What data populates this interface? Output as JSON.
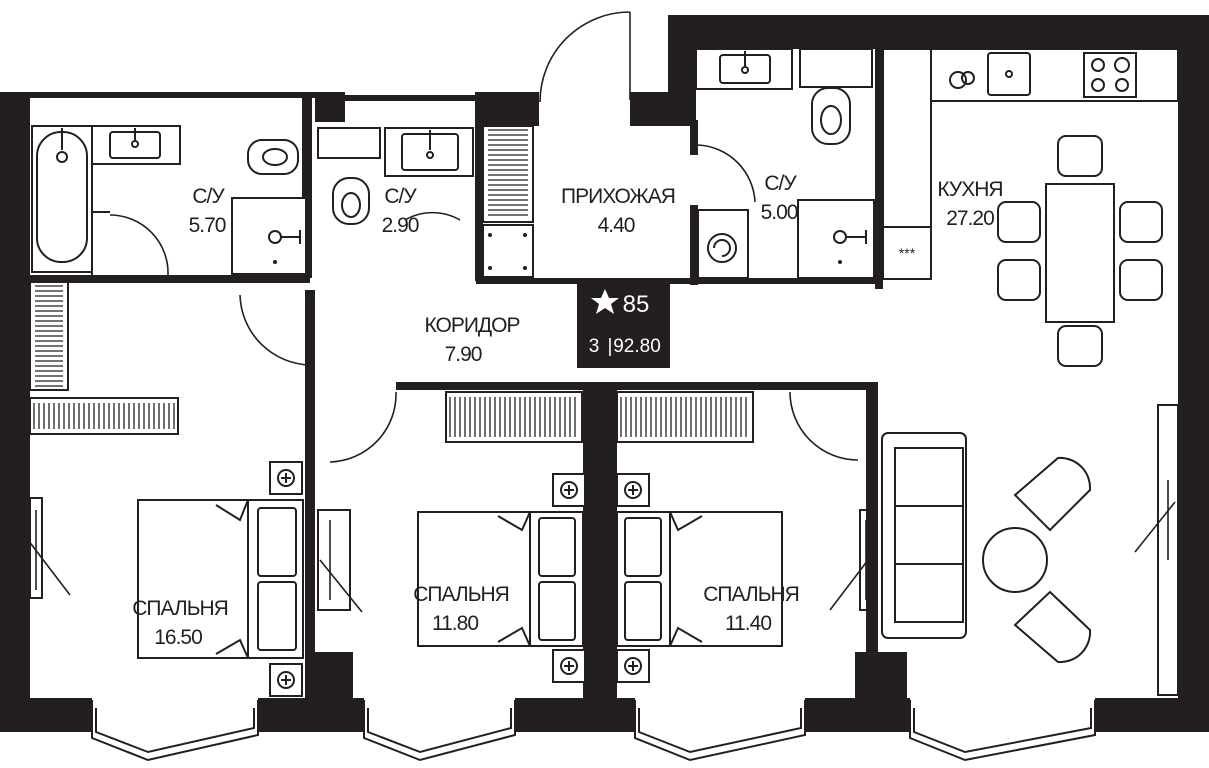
{
  "badge": {
    "number": "85",
    "rooms": "3",
    "separator": "|",
    "total_area": "92.80"
  },
  "rooms": {
    "bath1": {
      "name": "С/У",
      "area": "5.70"
    },
    "bath2": {
      "name": "С/У",
      "area": "2.90"
    },
    "hall": {
      "name": "ПРИХОЖАЯ",
      "area": "4.40"
    },
    "bath3": {
      "name": "С/У",
      "area": "5.00"
    },
    "kitchen": {
      "name": "КУХНЯ",
      "area": "27.20"
    },
    "corridor": {
      "name": "КОРИДОР",
      "area": "7.90"
    },
    "bed1": {
      "name": "СПАЛЬНЯ",
      "area": "16.50"
    },
    "bed2": {
      "name": "СПАЛЬНЯ",
      "area": "11.80"
    },
    "bed3": {
      "name": "СПАЛЬНЯ",
      "area": "11.40"
    }
  },
  "icons": [
    "star-icon",
    "bathtub-icon",
    "sink-icon",
    "toilet-icon",
    "shower-icon",
    "washing-machine-icon",
    "stove-icon",
    "radiator-icon",
    "bed-icon",
    "sofa-icon",
    "table-icon",
    "chair-icon",
    "armchair-icon"
  ]
}
